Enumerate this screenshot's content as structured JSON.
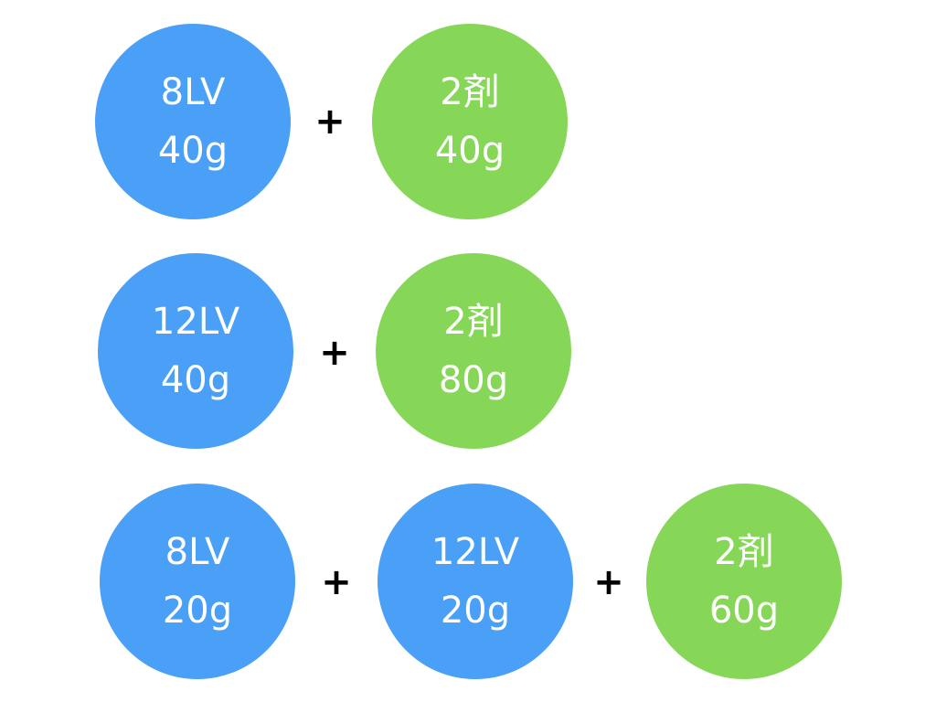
{
  "colors": {
    "blue": "#4aa0f6",
    "green": "#86d758",
    "text_on_circle": "#ffffff",
    "plus": "#000000"
  },
  "operator": "+",
  "rows": [
    {
      "items": [
        {
          "name": "8LV",
          "amount": "40g",
          "color": "blue"
        },
        {
          "name": "2剤",
          "amount": "40g",
          "color": "green"
        }
      ]
    },
    {
      "items": [
        {
          "name": "12LV",
          "amount": "40g",
          "color": "blue"
        },
        {
          "name": "2剤",
          "amount": "80g",
          "color": "green"
        }
      ]
    },
    {
      "items": [
        {
          "name": "8LV",
          "amount": "20g",
          "color": "blue"
        },
        {
          "name": "12LV",
          "amount": "20g",
          "color": "blue"
        },
        {
          "name": "2剤",
          "amount": "60g",
          "color": "green"
        }
      ]
    }
  ]
}
